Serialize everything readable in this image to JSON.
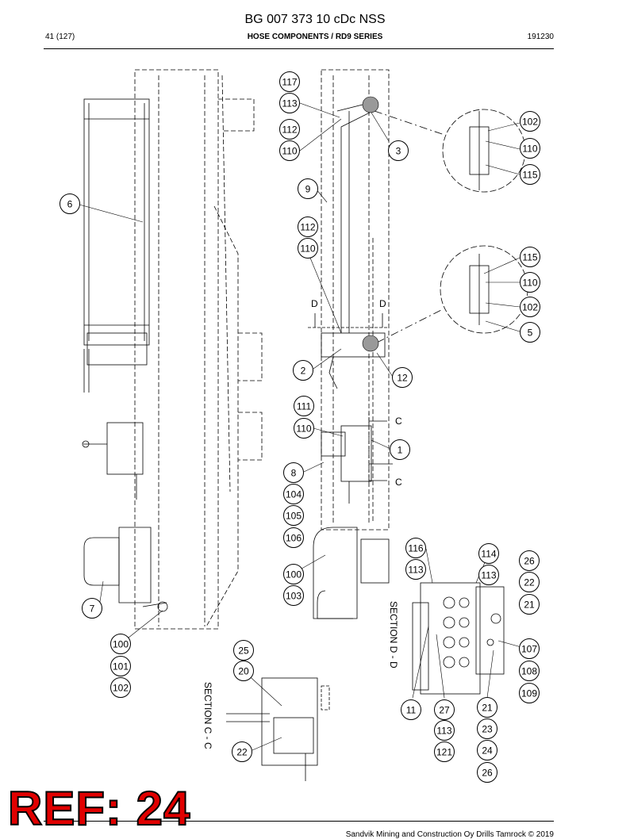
{
  "header": {
    "doc_title": "BG 007 373 10 cDc NSS",
    "page": "41 (127)",
    "section": "HOSE COMPONENTS / RD9 SERIES",
    "date": "191230"
  },
  "ref_stamp": "REF: 24",
  "footer": "Sandvik Mining and Construction Oy Drills Tamrock © 2019",
  "section_labels": {
    "cc": "SECTION C - C",
    "dd": "SECTION D - D",
    "d_left": "D",
    "d_right": "D",
    "c_top": "C",
    "c_bottom": "C"
  },
  "callouts": [
    "117",
    "113",
    "112",
    "110",
    "3",
    "102",
    "110",
    "115",
    "9",
    "6",
    "112",
    "110",
    "115",
    "110",
    "102",
    "5",
    "2",
    "12",
    "111",
    "110",
    "1",
    "8",
    "104",
    "105",
    "106",
    "116",
    "114",
    "26",
    "113",
    "113",
    "22",
    "100",
    "21",
    "103",
    "7",
    "100",
    "101",
    "102",
    "25",
    "20",
    "107",
    "108",
    "109",
    "11",
    "27",
    "21",
    "113",
    "23",
    "121",
    "24",
    "26",
    "22"
  ]
}
